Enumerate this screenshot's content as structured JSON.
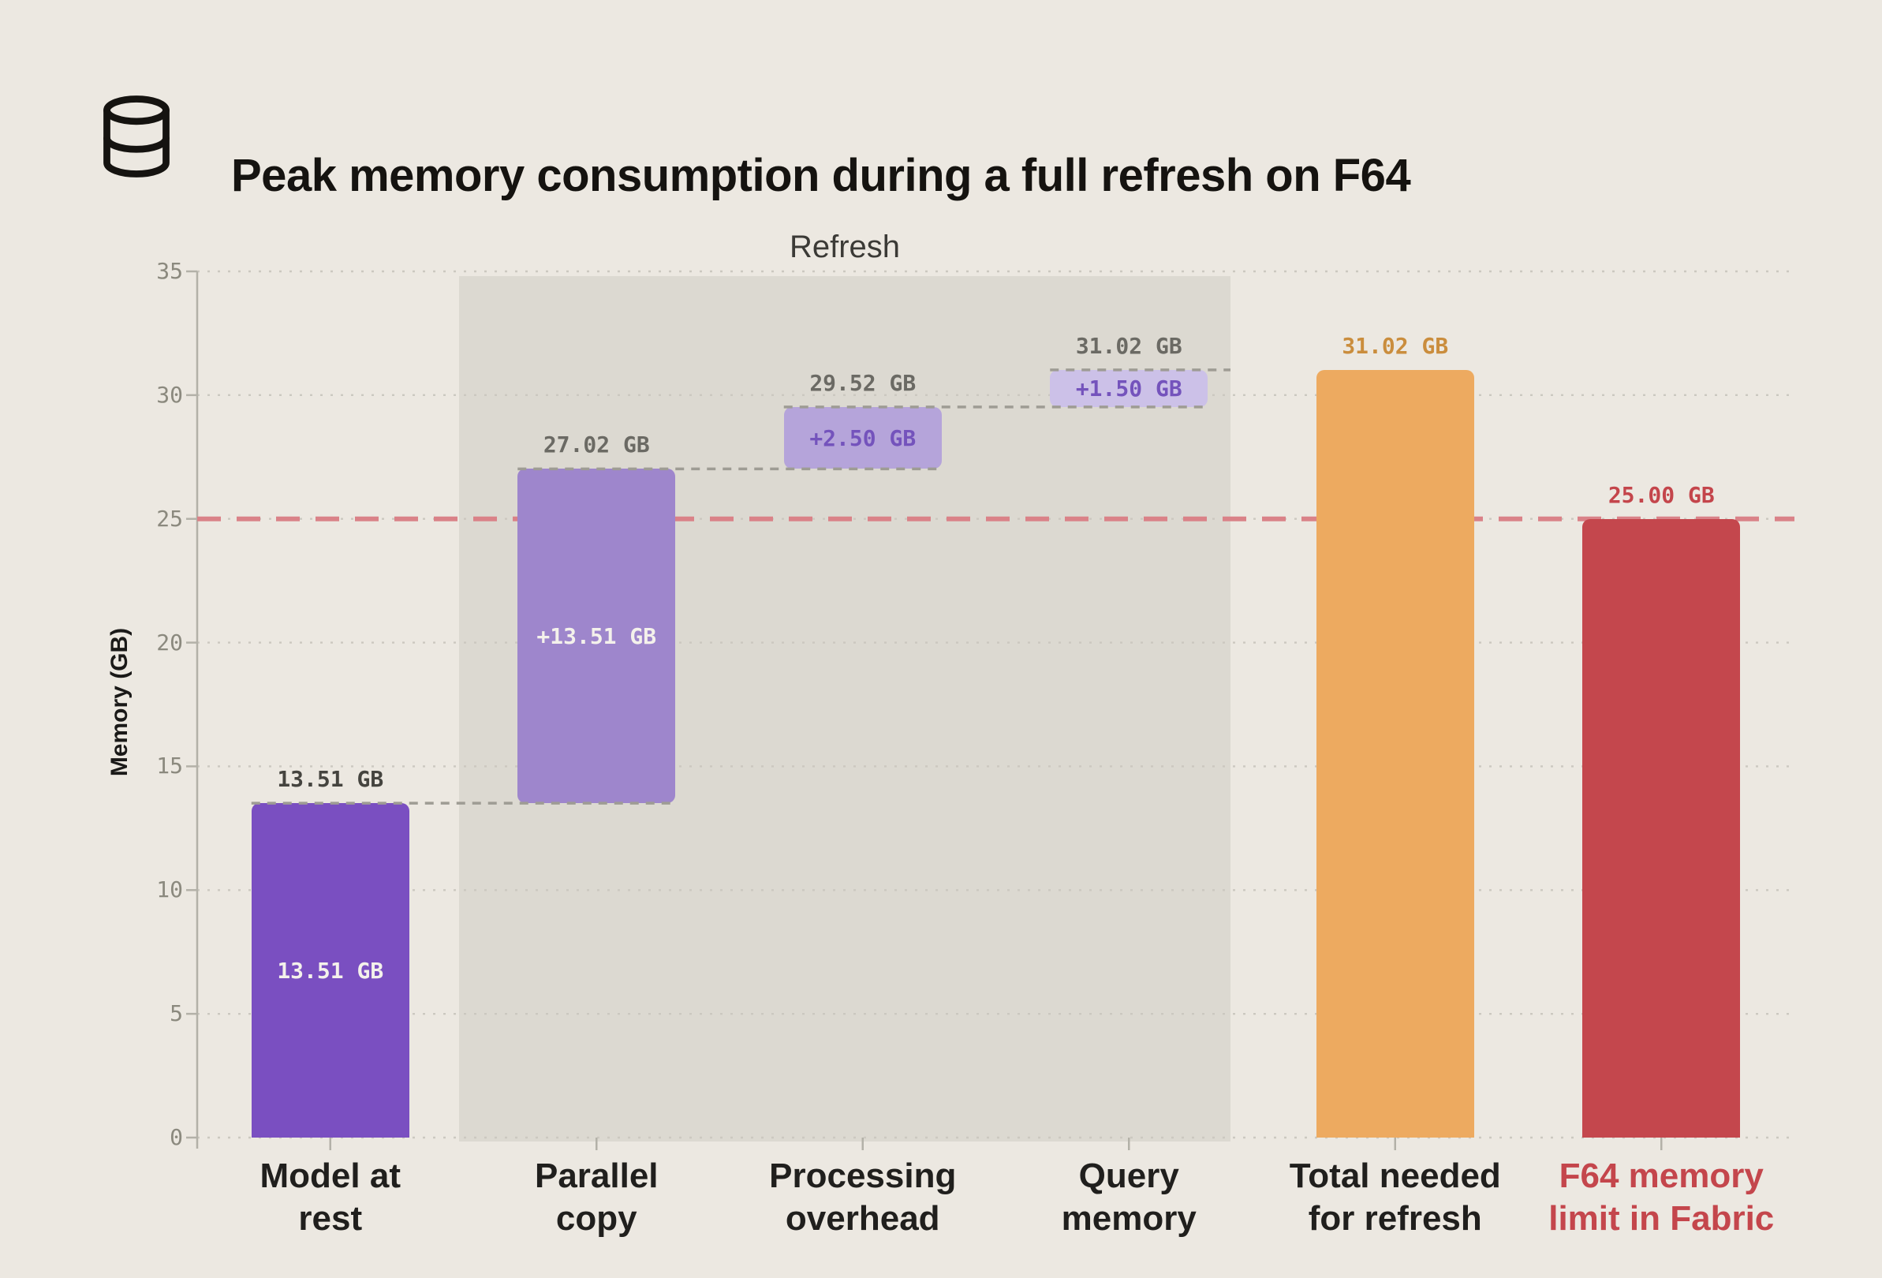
{
  "header": {
    "title": "Peak memory consumption during a full refresh on F64",
    "icon": "database-icon"
  },
  "chart_data": {
    "type": "waterfall",
    "title": "Peak memory consumption during a full refresh on F64",
    "ylabel": "Memory (GB)",
    "ylim": [
      0,
      35
    ],
    "yticks": [
      0,
      5,
      10,
      15,
      20,
      25,
      30,
      35
    ],
    "grid": "dotted horizontal gridlines every 5 GB",
    "refresh_region": {
      "label": "Refresh",
      "covers": [
        "Parallel copy",
        "Processing overhead",
        "Query memory"
      ],
      "color": "#DCD9D1"
    },
    "limit_line": {
      "value": 25.0,
      "style": "dashed",
      "color": "#DA8288"
    },
    "categories": [
      "Model at rest",
      "Parallel copy",
      "Processing overhead",
      "Query memory",
      "Total needed for refresh",
      "F64 memory limit in Fabric"
    ],
    "bars": [
      {
        "name": "model-at-rest",
        "label_lines": [
          "Model at",
          "rest"
        ],
        "label_color": "#201F1D",
        "start": 0,
        "end": 13.51,
        "delta": 13.51,
        "fill": "#7A4FC1",
        "rounded": "top",
        "inner_label": {
          "text": "13.51 GB",
          "color": "#F4F1EB"
        },
        "outer_label": {
          "text": "13.51 GB",
          "color": "#45443F"
        }
      },
      {
        "name": "parallel-copy",
        "label_lines": [
          "Parallel",
          "copy"
        ],
        "label_color": "#201F1D",
        "start": 13.51,
        "end": 27.02,
        "delta": 13.51,
        "fill": "#9E86CC",
        "rounded": "all",
        "inner_label": {
          "text": "+13.51 GB",
          "color": "#F4F1EB"
        },
        "outer_label": {
          "text": "27.02 GB",
          "color": "#6B6A64"
        }
      },
      {
        "name": "processing-overhead",
        "label_lines": [
          "Processing",
          "overhead"
        ],
        "label_color": "#201F1D",
        "start": 27.02,
        "end": 29.52,
        "delta": 2.5,
        "fill": "#B5A4DA",
        "rounded": "all",
        "inner_label": {
          "text": "+2.50 GB",
          "color": "#7453BC"
        },
        "outer_label": {
          "text": "29.52 GB",
          "color": "#6B6A64"
        }
      },
      {
        "name": "query-memory",
        "label_lines": [
          "Query",
          "memory"
        ],
        "label_color": "#201F1D",
        "start": 29.52,
        "end": 31.02,
        "delta": 1.5,
        "fill": "#CCC1E8",
        "rounded": "all",
        "inner_label": {
          "text": "+1.50 GB",
          "color": "#7453BC"
        },
        "outer_label": {
          "text": "31.02 GB",
          "color": "#6B6A64"
        }
      },
      {
        "name": "total-needed-for-refresh",
        "label_lines": [
          "Total needed",
          "for refresh"
        ],
        "label_color": "#201F1D",
        "start": 0,
        "end": 31.02,
        "delta": 31.02,
        "fill": "#EDAA60",
        "rounded": "top",
        "inner_label": null,
        "outer_label": {
          "text": "31.02 GB",
          "color": "#CA8D3D"
        }
      },
      {
        "name": "f64-memory-limit",
        "label_lines": [
          "F64 memory",
          "limit in Fabric"
        ],
        "label_color": "#C4464C",
        "start": 0,
        "end": 25.0,
        "delta": 25.0,
        "fill": "#C4474D",
        "rounded": "top",
        "inner_label": null,
        "outer_label": {
          "text": "25.00 GB",
          "color": "#C4454B"
        }
      }
    ],
    "connectors": [
      {
        "level": 13.51,
        "from_bar": 0,
        "to_bar": 1
      },
      {
        "level": 27.02,
        "from_bar": 1,
        "to_bar": 2
      },
      {
        "level": 29.52,
        "from_bar": 2,
        "to_bar": 3
      },
      {
        "level": 31.02,
        "from_bar": 3,
        "to_bar": "region_end"
      }
    ]
  },
  "colors": {
    "background": "#ECE8E1",
    "panel": "#DCD9D1",
    "axis": "#B3B1A8",
    "gridline": "#CBC8C0",
    "tick_text": "#8B897E",
    "connector": "#9E9C94",
    "limit_line": "#DA8288",
    "title_text": "#151310"
  }
}
